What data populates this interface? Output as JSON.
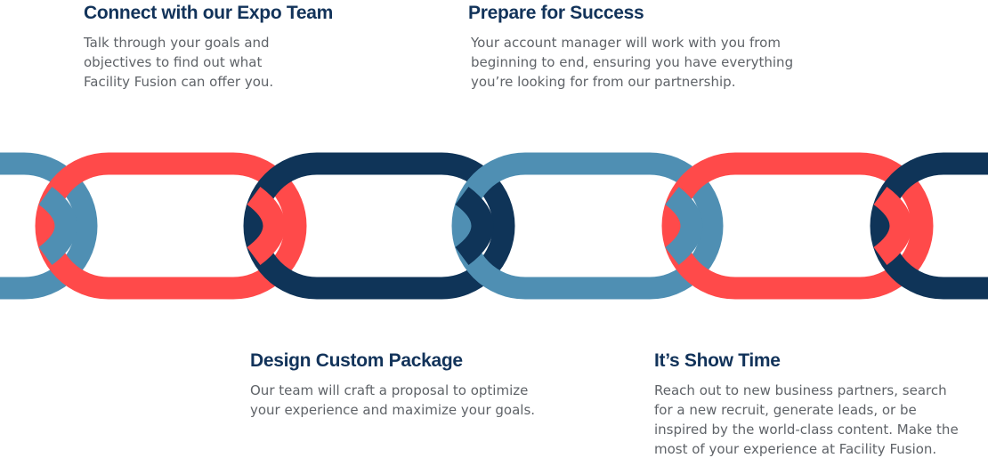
{
  "steps": [
    {
      "title": "Connect with our Expo Team",
      "description": "Talk through your goals and objectives to find out what Facility Fusion can offer you."
    },
    {
      "title": "Prepare for Success",
      "description": "Your account manager will work with you from beginning to end, ensuring you have everything you’re looking for from our partnership."
    },
    {
      "title": "Design Custom Package",
      "description": "Our team will craft a proposal to optimize your experience and maximize your goals."
    },
    {
      "title": "It’s Show Time",
      "description": "Reach out to new business partners, search for a new recruit, generate leads, or be inspired by the world-class content. Make the most of your experience at Facility Fusion."
    }
  ],
  "colors": {
    "heading": "#12335a",
    "body_text": "#5f6368",
    "link_light_blue": "#4f8fb3",
    "link_red": "#ff4a4a",
    "link_navy": "#0f3458"
  }
}
